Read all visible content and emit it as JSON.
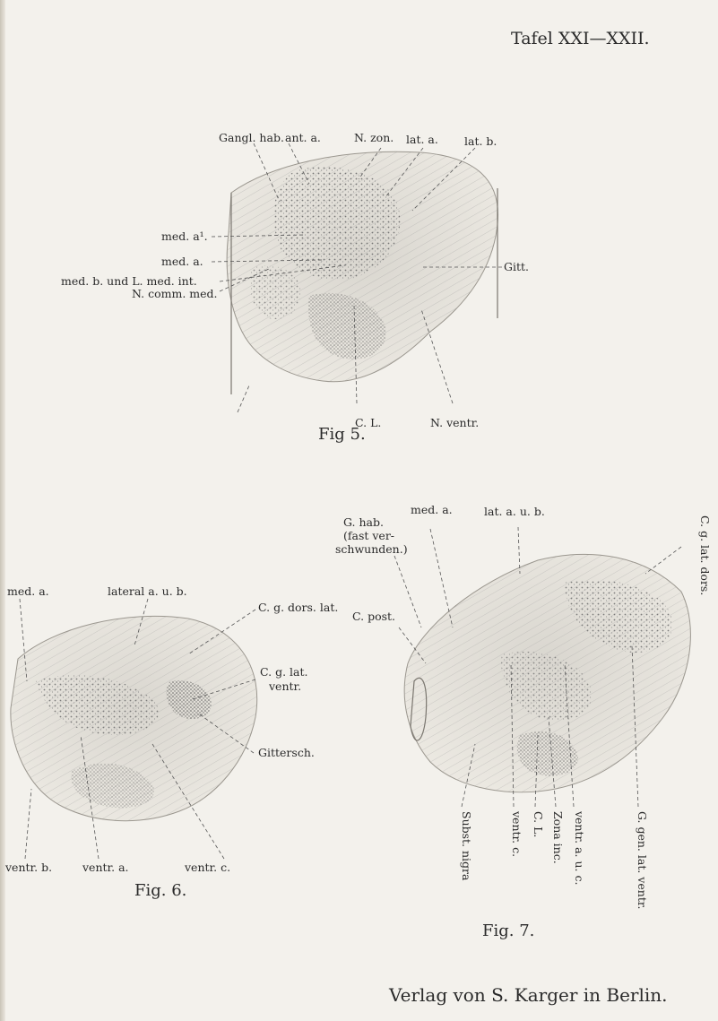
{
  "header": {
    "title": "Tafel XXI—XXII."
  },
  "fig5": {
    "caption": "Fig 5.",
    "labels": {
      "gangl_hab": "Gangl. hab.",
      "ant_a": "ant. a.",
      "n_zon": "N. zon.",
      "lat_a": "lat. a.",
      "lat_b": "lat. b.",
      "med_a1": "med. a¹.",
      "med_a": "med. a.",
      "med_b": "med. b. und L. med. int.",
      "n_comm": "N. comm. med.",
      "gitt": "Gitt.",
      "c_l": "C. L.",
      "n_ventr": "N. ventr."
    }
  },
  "fig6": {
    "caption": "Fig. 6.",
    "labels": {
      "med_a": "med. a.",
      "lateral": "lateral a. u. b.",
      "cg_dors": "C. g. dors. lat.",
      "cg_lat": "C. g. lat.",
      "ventr_sub": "ventr.",
      "gittersch": "Gittersch.",
      "ventr_b": "ventr. b.",
      "ventr_a": "ventr. a.",
      "ventr_c": "ventr. c."
    }
  },
  "fig7": {
    "caption": "Fig. 7.",
    "labels": {
      "med_a": "med. a.",
      "lat_ab": "lat. a. u. b.",
      "g_hab": "G. hab.",
      "fast": "(fast ver-",
      "schwunden": "schwunden.)",
      "c_post": "C. post.",
      "subst": "Subst. nigra",
      "ventr_c": "ventr. c.",
      "c_l": "C. L.",
      "zona": "Zona inc.",
      "ventr_abc": "ventr. a. u. c.",
      "g_gen": "G. gen. lat. ventr.",
      "c_g_lat": "C. g. lat. dors."
    }
  },
  "footer": {
    "publisher": "Verlag von S. Karger in Berlin."
  }
}
